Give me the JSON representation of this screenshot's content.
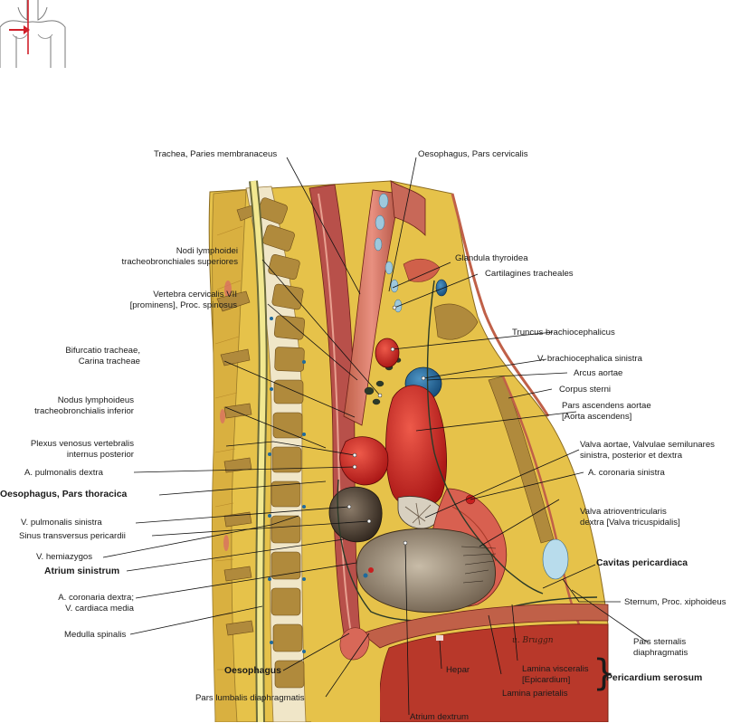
{
  "labels": {
    "trachea_paries": "Trachea, Paries membranaceus",
    "oesophagus_cervicalis": "Oesophagus, Pars cervicalis",
    "nodi_sup_1": "Nodi lymphoidei",
    "nodi_sup_2": "tracheobronchiales superiores",
    "glandula_thyroidea": "Glandula thyroidea",
    "cartilagines": "Cartilagines tracheales",
    "vertebra_1": "Vertebra cervicalis VII",
    "vertebra_2": "[prominens], Proc. spinosus",
    "truncus": "Truncus brachiocephalicus",
    "v_brachio": "V. brachiocephalica sinistra",
    "bifurcatio_1": "Bifurcatio tracheae,",
    "bifurcatio_2": "Carina tracheae",
    "arcus": "Arcus aortae",
    "corpus_sterni": "Corpus sterni",
    "nodus_inf_1": "Nodus lymphoideus",
    "nodus_inf_2": "tracheobronchialis inferior",
    "pars_asc_1": "Pars ascendens aortae",
    "pars_asc_2": "[Aorta ascendens]",
    "plexus_1": "Plexus venosus vertebralis",
    "plexus_2": "internus posterior",
    "valva_aortae_1": "Valva aortae, Valvulae semilunares",
    "valva_aortae_2": "sinistra, posterior et dextra",
    "a_pulm_dextra": "A. pulmonalis dextra",
    "a_cor_sinistra": "A. coronaria sinistra",
    "oesophagus_thoracica": "Oesophagus, Pars thoracica",
    "valva_av_1": "Valva atrioventricularis",
    "valva_av_2": "dextra [Valva tricuspidalis]",
    "v_pulm_sin": "V. pulmonalis sinistra",
    "sinus_trans": "Sinus transversus pericardii",
    "v_hemiazygos": "V. hemiazygos",
    "cavitas": "Cavitas pericardiaca",
    "atrium_sin": "Atrium sinistrum",
    "a_cor_dextra_1": "A. coronaria dextra;",
    "a_cor_dextra_2": "V. cardiaca media",
    "sternum_xiph": "Sternum, Proc. xiphoideus",
    "medulla": "Medulla spinalis",
    "pars_sternalis_1": "Pars sternalis",
    "pars_sternalis_2": "diaphragmatis",
    "oesophagus": "Oesophagus",
    "hepar": "Hepar",
    "lamina_visc_1": "Lamina visceralis",
    "lamina_visc_2": "[Epicardium]",
    "pericardium_serosum": "Pericardium serosum",
    "lamina_par": "Lamina parietalis",
    "pars_lumbalis": "Pars lumbalis diaphragmatis",
    "atrium_dextrum": "Atrium dextrum"
  },
  "signature": "u. Bruggn",
  "colors": {
    "fat": "#e6c24a",
    "bone": "#b08a3c",
    "muscle": "#c06048",
    "artery": "#c81e1e",
    "vein": "#1f6a9c",
    "chamber_dark": "#3a3028",
    "orientation_arrow": "#d0202a"
  },
  "icons": {
    "orientation": "torso-orientation-icon"
  }
}
